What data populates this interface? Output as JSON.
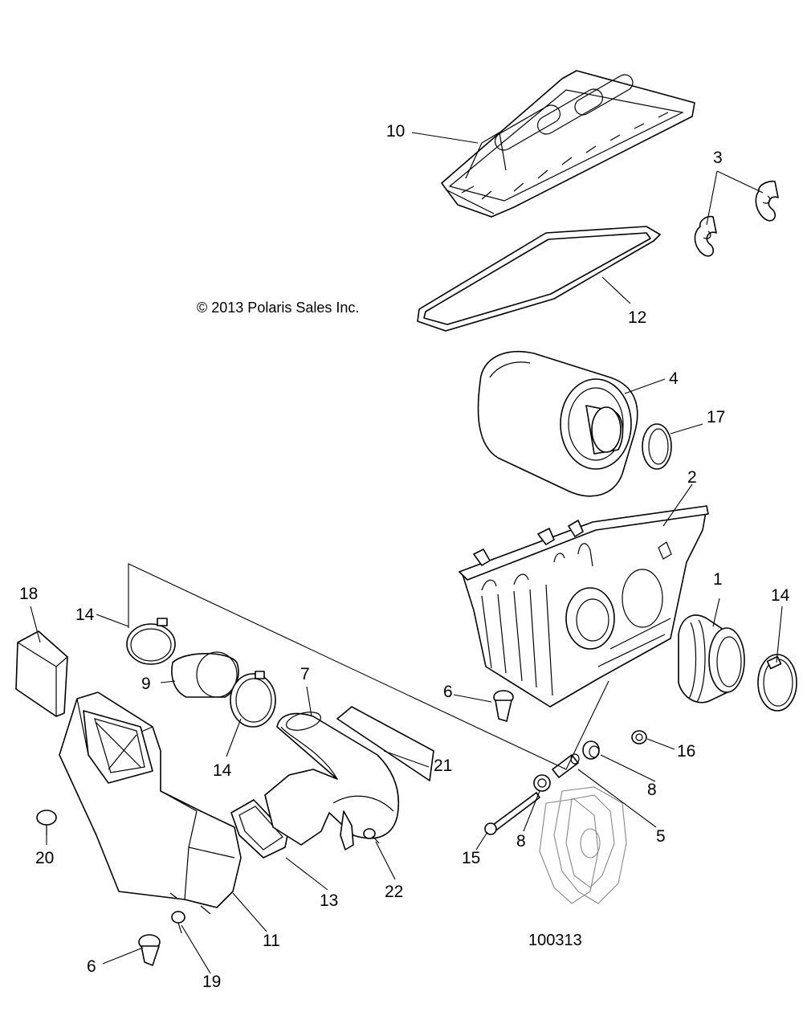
{
  "copyright": "© 2013 Polaris Sales Inc.",
  "reference_number": "100313",
  "callouts": {
    "c1": "1",
    "c2": "2",
    "c3": "3",
    "c4": "4",
    "c5": "5",
    "c6a": "6",
    "c6b": "6",
    "c7": "7",
    "c8a": "8",
    "c8b": "8",
    "c9": "9",
    "c10": "10",
    "c11": "11",
    "c12": "12",
    "c13": "13",
    "c14a": "14",
    "c14b": "14",
    "c14c": "14",
    "c15": "15",
    "c16": "16",
    "c17": "17",
    "c18": "18",
    "c19": "19",
    "c20": "20",
    "c21": "21",
    "c22": "22"
  }
}
